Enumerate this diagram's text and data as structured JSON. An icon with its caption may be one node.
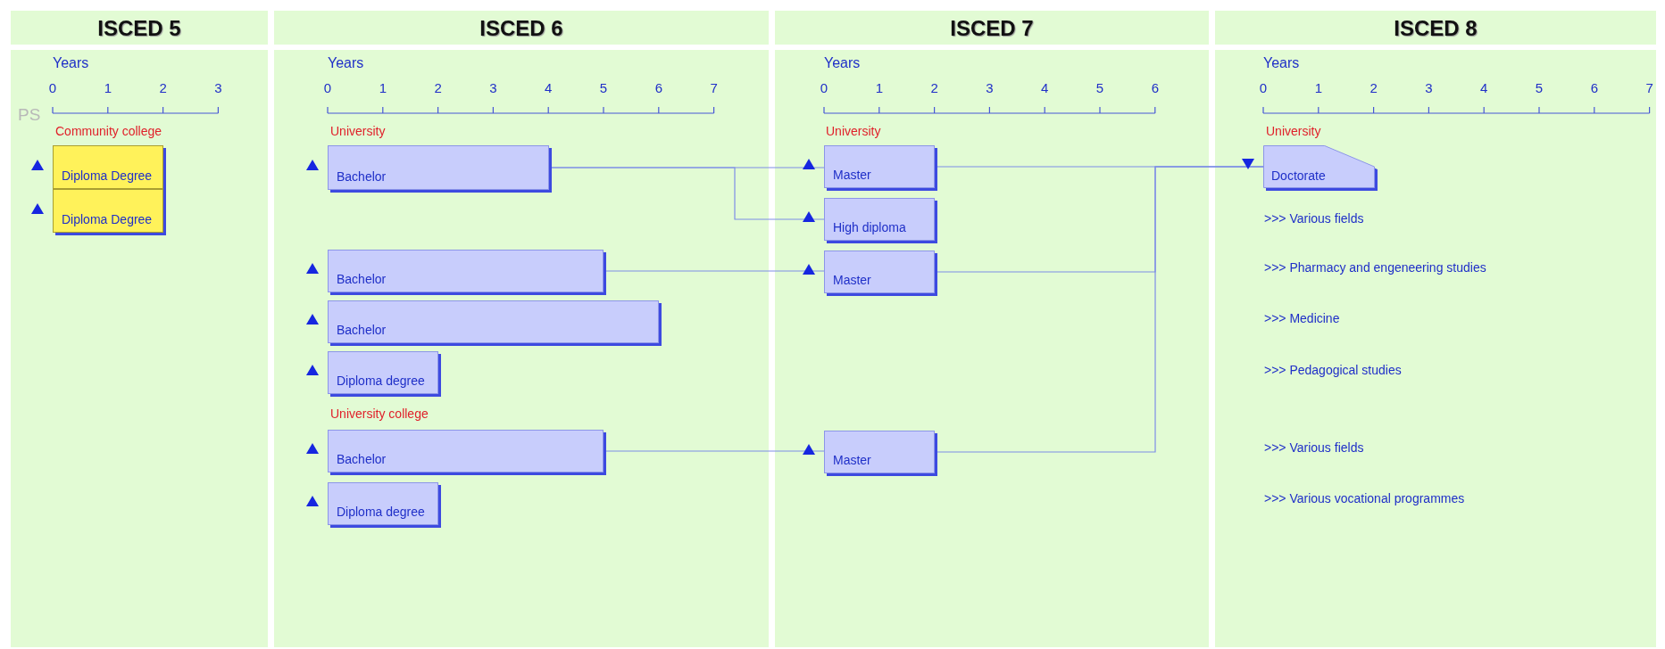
{
  "diagram": {
    "nodes": [
      {
        "text": [
          "ISCED 5"
        ]
      },
      {
        "text": [
          "Diploma Degree"
        ],
        "in": 0
      },
      {
        "text": [
          "Diploma Degree"
        ],
        "in": 0
      },
      {
        "text": [
          "ISCED 6"
        ]
      },
      {
        "text": [
          "Bachelor"
        ],
        "in": 3
      },
      {
        "text": [
          "Bachelor"
        ],
        "in": 3
      },
      {
        "text": [
          "Bachelor"
        ],
        "in": 3
      },
      {
        "text": [
          "Diploma degree"
        ],
        "in": 3
      },
      {
        "text": [
          "Bachelor"
        ],
        "in": 3
      },
      {
        "text": [
          "Diploma degree"
        ],
        "in": 3
      },
      {
        "text": [
          "ISCED 7"
        ]
      },
      {
        "text": [
          "Master"
        ],
        "in": 10
      },
      {
        "text": [
          "High diploma"
        ],
        "in": 10
      },
      {
        "text": [
          "Master"
        ],
        "in": 10
      },
      {
        "text": [
          "Master"
        ],
        "in": 10
      },
      {
        "text": [
          "ISCED 8"
        ]
      },
      {
        "text": [
          "Doctorate"
        ],
        "in": 15
      }
    ],
    "edges": [
      {
        "from": 4,
        "to": 11,
        "arrow": "none"
      },
      {
        "from": 4,
        "to": 12,
        "arrow": "none"
      },
      {
        "from": 5,
        "to": 13,
        "arrow": "none"
      },
      {
        "from": 8,
        "to": 14,
        "arrow": "none"
      },
      {
        "from": 11,
        "to": 16,
        "arrow": "none"
      },
      {
        "from": 13,
        "to": 16,
        "arrow": "none"
      },
      {
        "from": 14,
        "to": 16,
        "arrow": "none"
      }
    ],
    "labels": [
      "PS",
      "Years",
      "0",
      "1",
      "2",
      "3",
      "Community college",
      "Years",
      "0",
      "1",
      "2",
      "3",
      "4",
      "5",
      "6",
      "7",
      "University",
      "University  college",
      "Years",
      "0",
      "1",
      "2",
      "3",
      "4",
      "5",
      "6",
      "University",
      "Years",
      "0",
      "1",
      "2",
      "3",
      "4",
      "5",
      "6",
      "7",
      "University",
      ">>> Various fields",
      ">>> Pharmacy and engeneering studies",
      ">>> Medicine",
      ">>> Pedagogical studies",
      ">>> Various fields",
      ">>> Various vocational programmes"
    ]
  }
}
